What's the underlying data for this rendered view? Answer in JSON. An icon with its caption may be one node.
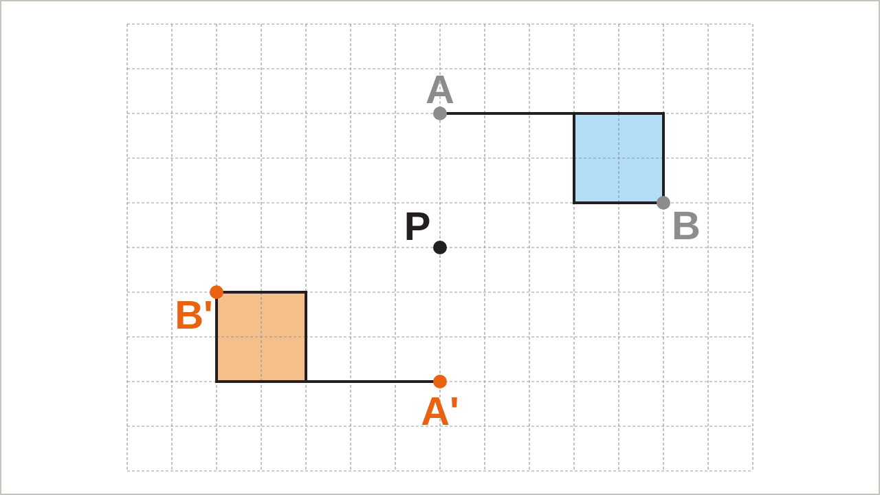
{
  "diagram": {
    "labels": [
      "A",
      "B",
      "P",
      "B'",
      "A'"
    ]
  }
}
